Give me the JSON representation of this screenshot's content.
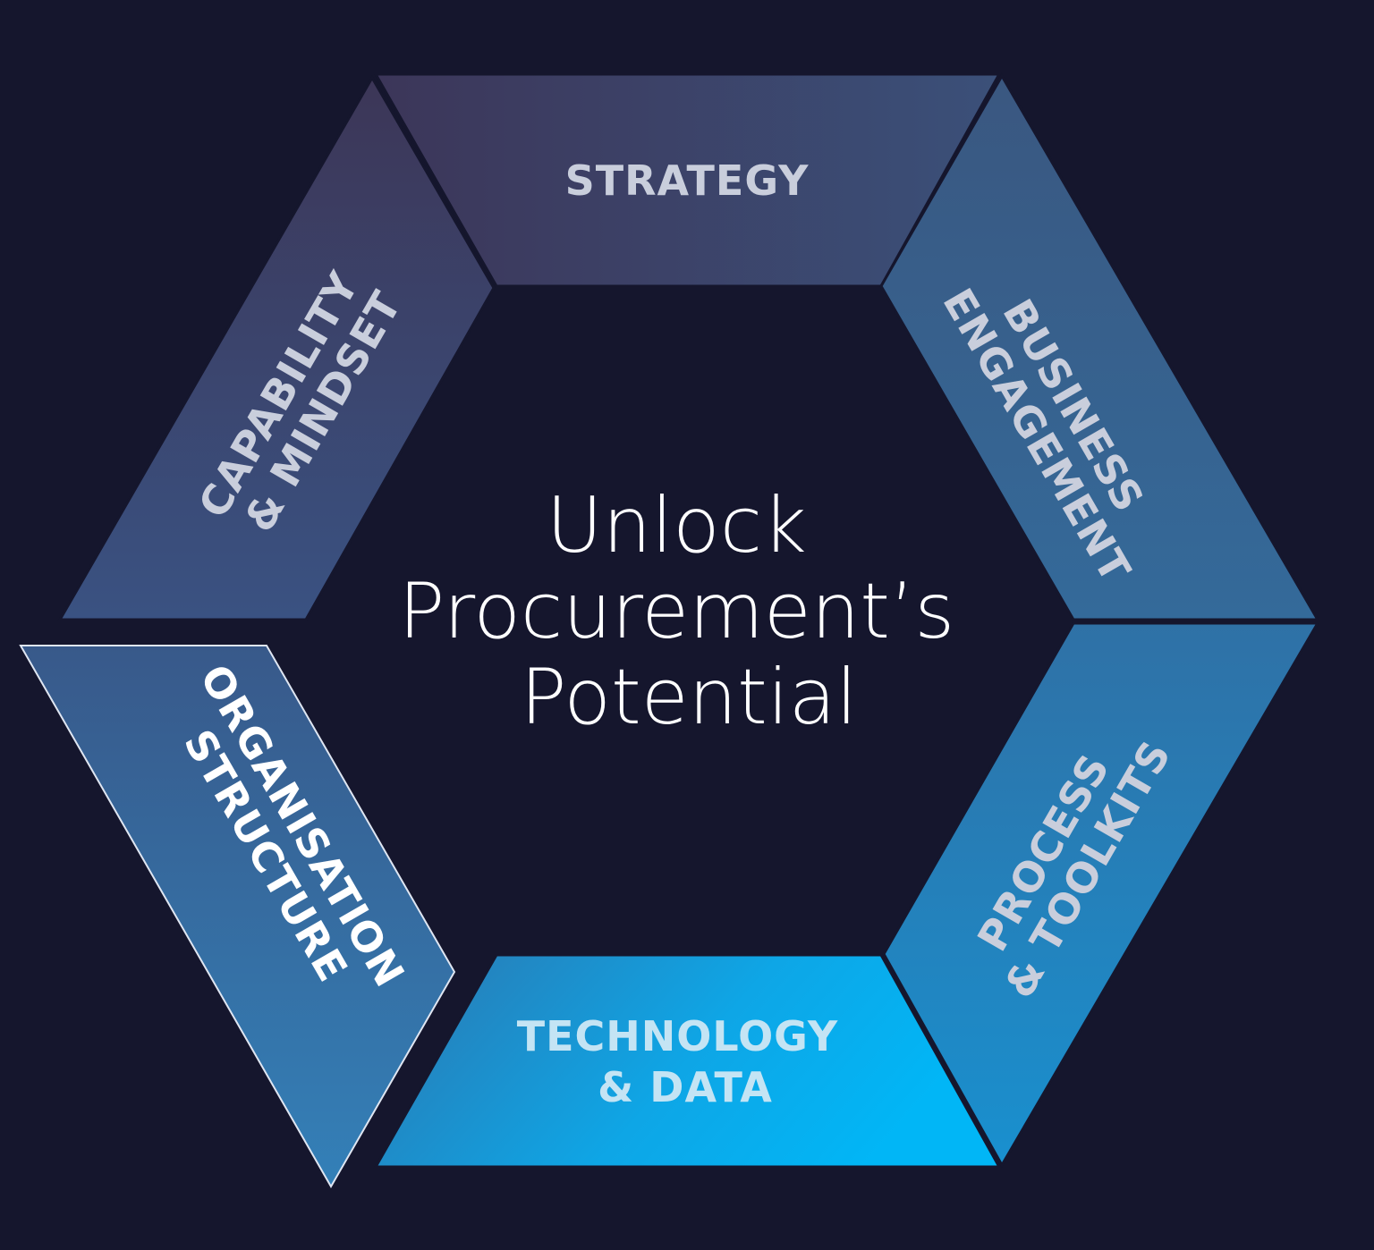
{
  "center": {
    "lines": [
      "Unlock",
      "Procurement’s",
      "Potential"
    ]
  },
  "segments": {
    "strategy": {
      "lines": [
        "STRATEGY"
      ]
    },
    "business_engagement": {
      "lines": [
        "BUSINESS",
        "ENGAGEMENT"
      ]
    },
    "process_toolkits": {
      "lines": [
        "PROCESS",
        "& TOOLKITS"
      ]
    },
    "technology_data": {
      "lines": [
        "TECHNOLOGY",
        "& DATA"
      ]
    },
    "organisation_structure": {
      "lines": [
        "ORGANISATION",
        "STRUCTURE"
      ]
    },
    "capability_mindset": {
      "lines": [
        "CAPABILITY",
        "& MINDSET"
      ]
    }
  },
  "colors": {
    "background": "#15162d",
    "segment_dark": "#3d395d",
    "segment_mid": "#3a5f90",
    "segment_bright": "#01b4f4",
    "label_muted": "#c9cedc",
    "label_white": "#ffffff",
    "label_light_blue": "#c4e4f4"
  }
}
